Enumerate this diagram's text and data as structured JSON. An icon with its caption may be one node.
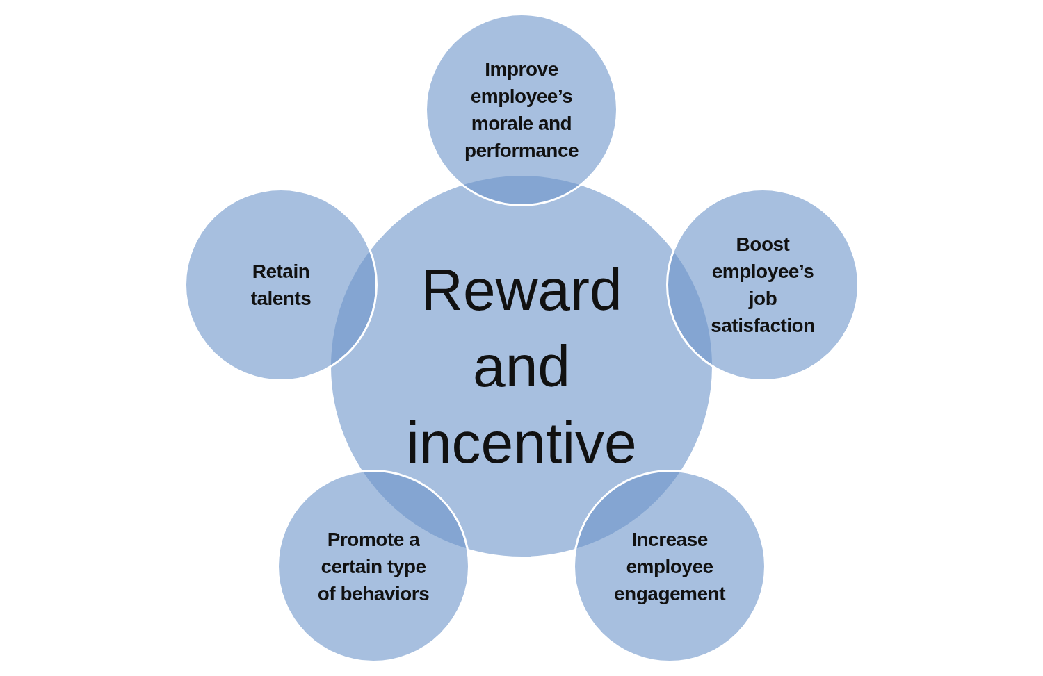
{
  "diagram": {
    "nodes": [
      {
        "text": [
          "Reward and incentive"
        ]
      },
      {
        "text": [
          "Improve employee’s morale and performance"
        ]
      },
      {
        "text": [
          "Boost employee’s job satisfaction"
        ]
      },
      {
        "text": [
          "Increase employee engagement"
        ]
      },
      {
        "text": [
          "Promote a certain type of behaviors"
        ]
      },
      {
        "text": [
          "Retain talents"
        ]
      }
    ]
  }
}
